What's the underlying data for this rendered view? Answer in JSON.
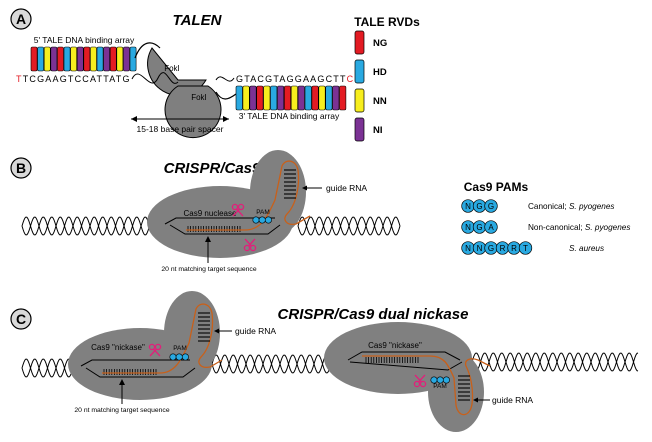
{
  "panels": [
    {
      "letter": "A",
      "title": "TALEN"
    },
    {
      "letter": "B",
      "title": "CRISPR/Cas9"
    },
    {
      "letter": "C",
      "title": "CRISPR/Cas9 dual nickase"
    }
  ],
  "talen": {
    "left_array_label": "5' TALE DNA binding array",
    "right_array_label": "3' TALE DNA binding array",
    "fok_top": "FokI",
    "fok_bottom": "FokI",
    "seq_left_first": "T",
    "seq_left_rest": "TCGAAGTCCATTATG",
    "seq_right_main": "GTACGTAGGAAGCTT",
    "seq_right_last": "C",
    "spacer_label": "15-18 base pair spacer",
    "left_colors": [
      "red",
      "blue",
      "yellow",
      "purple",
      "red",
      "blue",
      "yellow",
      "purple",
      "red",
      "yellow",
      "blue",
      "purple",
      "red",
      "yellow",
      "purple",
      "blue"
    ],
    "right_colors": [
      "blue",
      "yellow",
      "purple",
      "red",
      "yellow",
      "blue",
      "purple",
      "red",
      "yellow",
      "purple",
      "blue",
      "red",
      "yellow",
      "blue",
      "purple",
      "red"
    ]
  },
  "rvd_legend": {
    "title": "TALE RVDs",
    "items": [
      {
        "label": "NG",
        "color": "#e31b23"
      },
      {
        "label": "HD",
        "color": "#29a9e1"
      },
      {
        "label": "NN",
        "color": "#f7ee1e"
      },
      {
        "label": "NI",
        "color": "#7b3294"
      }
    ]
  },
  "cas9": {
    "nuclease_label": "Cas9 nuclease",
    "pam_label": "PAM",
    "guide_label": "guide RNA",
    "target_label": "20 nt matching target sequence"
  },
  "pam_legend": {
    "title": "Cas9 PAMs",
    "rows": [
      {
        "letters": [
          "N",
          "G",
          "G"
        ],
        "desc": "Canonical; ",
        "species": "S. pyogenes"
      },
      {
        "letters": [
          "N",
          "G",
          "A"
        ],
        "desc": "Non-canonical; ",
        "species": "S. pyogenes"
      },
      {
        "letters": [
          "N",
          "N",
          "G",
          "R",
          "R",
          "T"
        ],
        "desc": "",
        "species": "S. aureus"
      }
    ]
  },
  "nickase": {
    "left_label": "Cas9 \"nickase\"",
    "right_label": "Cas9 \"nickase\"",
    "pam_label": "PAM",
    "guide_label_left": "guide RNA",
    "guide_label_right": "guide RNA",
    "target_label": "20 nt matching target sequence"
  },
  "colors": {
    "red": "#e31b23",
    "blue": "#29a9e1",
    "yellow": "#f7ee1e",
    "purple": "#7b3294",
    "protein": "#808080",
    "rna": "#c8601a",
    "scissors": "#e0207a",
    "pam": "#29a9e1"
  }
}
